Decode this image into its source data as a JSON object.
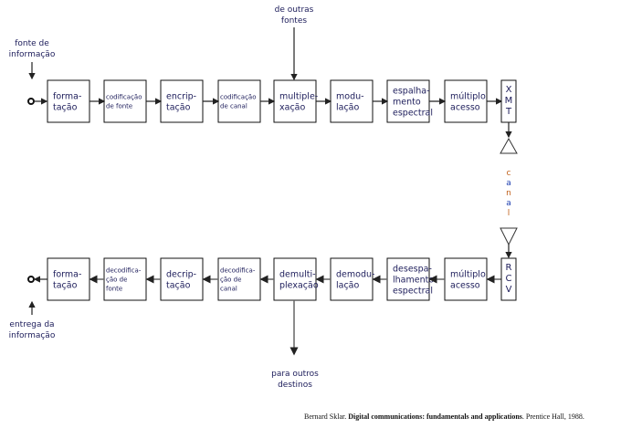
{
  "inputs": {
    "source": [
      "fonte de",
      "informação"
    ],
    "other_sources": [
      "de outras",
      "fontes"
    ]
  },
  "outputs": {
    "sink": [
      "entrega da",
      "informação"
    ],
    "other_destinations": [
      "para outros",
      "destinos"
    ]
  },
  "transmit_chain": [
    {
      "lines": [
        "forma-",
        "tação"
      ]
    },
    {
      "lines": [
        "codificação",
        "de fonte"
      ]
    },
    {
      "lines": [
        "encrip-",
        "tação"
      ]
    },
    {
      "lines": [
        "codificação",
        "de canal"
      ]
    },
    {
      "lines": [
        "multiple-",
        "xação"
      ]
    },
    {
      "lines": [
        "modu-",
        "lação"
      ]
    },
    {
      "lines": [
        "espalha-",
        "mento",
        "espectral"
      ]
    },
    {
      "lines": [
        "múltiplo",
        "acesso"
      ]
    }
  ],
  "xmt": [
    "X",
    "M",
    "T"
  ],
  "channel": [
    "c",
    "a",
    "n",
    "a",
    "l"
  ],
  "rcv": [
    "R",
    "C",
    "V"
  ],
  "receive_chain": [
    {
      "lines": [
        "forma-",
        "tação"
      ]
    },
    {
      "lines": [
        "decodifica-",
        "ção de",
        "fonte"
      ]
    },
    {
      "lines": [
        "decrip-",
        "tação"
      ]
    },
    {
      "lines": [
        "decodifica-",
        "ção de",
        "canal"
      ]
    },
    {
      "lines": [
        "demulti-",
        "plexação"
      ]
    },
    {
      "lines": [
        "demodu-",
        "lação"
      ]
    },
    {
      "lines": [
        "desespa-",
        "lhamento",
        "espectral"
      ]
    },
    {
      "lines": [
        "múltiplo",
        "acesso"
      ]
    }
  ],
  "citation": {
    "author": "Bernard Sklar. ",
    "title": "Digital communications: fundamentals and applications",
    "publisher": ". Prentice Hall, 1988."
  },
  "colors": {
    "text": "#1c1c5a",
    "channel_a": "#c0601a",
    "channel_b": "#2040b0"
  }
}
